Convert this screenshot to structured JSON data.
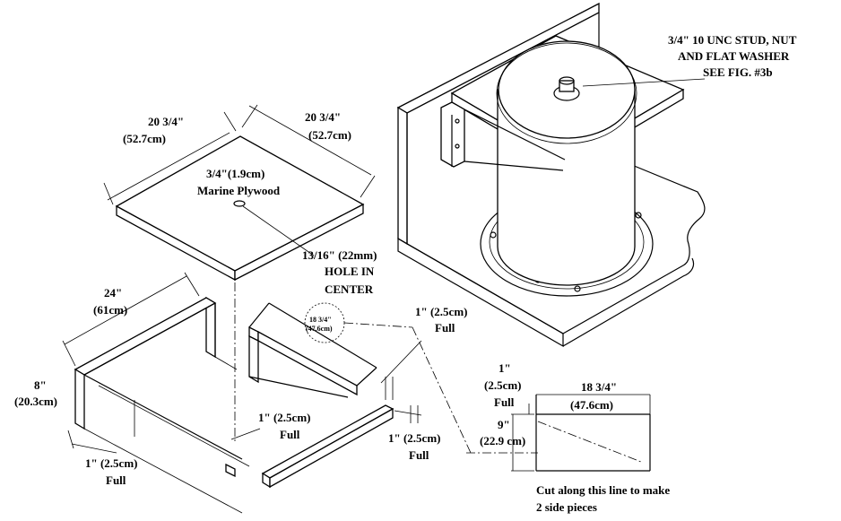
{
  "labels": {
    "top_left_dim": "20 3/4\"",
    "top_left_dim_metric": "(52.7cm)",
    "top_right_dim": "20 3/4\"",
    "top_right_dim_metric": "(52.7cm)",
    "plywood_thickness": "3/4\"(1.9cm)",
    "plywood_material": "Marine Plywood",
    "hole_size": "13/16\" (22mm)",
    "hole_line1": "HOLE IN",
    "hole_line2": "CENTER",
    "stud_line1": "3/4\" 10 UNC STUD, NUT",
    "stud_line2": "AND FLAT WASHER",
    "stud_line3": "SEE FIG. #3b",
    "base_length": "24\"",
    "base_length_metric": "(61cm)",
    "height": "8\"",
    "height_metric": "(20.3cm)",
    "circle_dim": "18 3/4\"",
    "circle_dim_metric": "(47.6cm)",
    "full_top_right": "1\" (2.5cm)",
    "full_top_right_word": "Full",
    "full_mid": "1\" (2.5cm)",
    "full_mid_word": "Full",
    "full_right_low": "1\" (2.5cm)",
    "full_right_low_word": "Full",
    "full_bottom_left": "1\" (2.5cm)",
    "full_bottom_left_word": "Full",
    "side_one_inch": "1\"",
    "side_metric": "(2.5cm)",
    "side_full": "Full",
    "side_width": "18 3/4\"",
    "side_width_metric": "(47.6cm)",
    "side_height": "9\"",
    "side_height_metric": "(22.9 cm)",
    "cut_line1": "Cut along this line to make",
    "cut_line2": "2 side pieces"
  }
}
